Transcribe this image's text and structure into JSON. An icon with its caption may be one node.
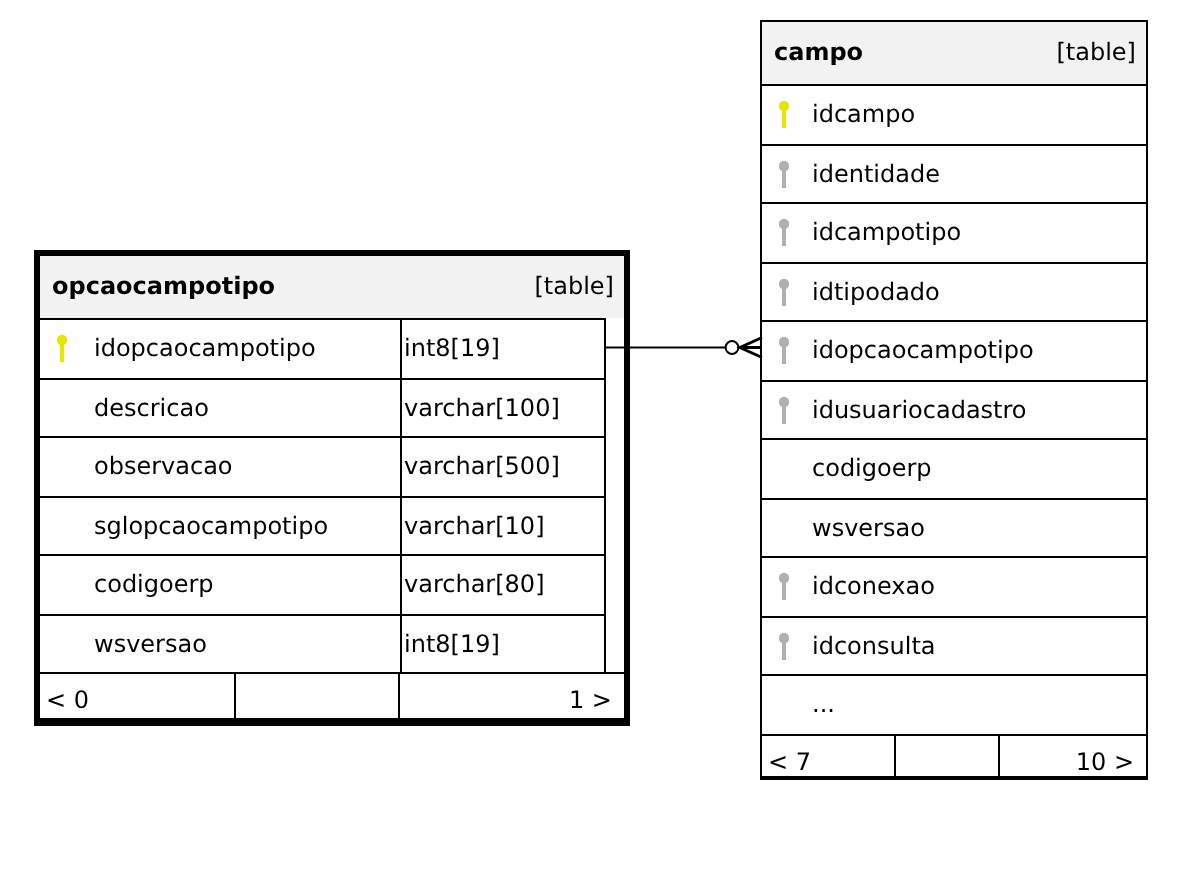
{
  "diagram": {
    "nodes": [
      {
        "text": [
          "opcaocampotipo",
          "[table]"
        ]
      },
      {
        "text": [
          "idopcaocampotipo",
          "int8[19]"
        ],
        "in": 0
      },
      {
        "text": [
          "descricao",
          "varchar[100]"
        ],
        "in": 0
      },
      {
        "text": [
          "observacao",
          "varchar[500]"
        ],
        "in": 0
      },
      {
        "text": [
          "sglopcaocampotipo",
          "varchar[10]"
        ],
        "in": 0
      },
      {
        "text": [
          "codigoerp",
          "varchar[80]"
        ],
        "in": 0
      },
      {
        "text": [
          "wsversao",
          "int8[19]"
        ],
        "in": 0
      },
      {
        "text": [
          "< 0",
          "1 >"
        ],
        "in": 0
      },
      {
        "text": [
          "campo",
          "[table]"
        ]
      },
      {
        "text": [
          "idcampo"
        ],
        "in": 8
      },
      {
        "text": [
          "identidade"
        ],
        "in": 8
      },
      {
        "text": [
          "idcampotipo"
        ],
        "in": 8
      },
      {
        "text": [
          "idtipodado"
        ],
        "in": 8
      },
      {
        "text": [
          "idopcaocampotipo"
        ],
        "in": 8
      },
      {
        "text": [
          "idusuariocadastro"
        ],
        "in": 8
      },
      {
        "text": [
          "codigoerp"
        ],
        "in": 8
      },
      {
        "text": [
          "wsversao"
        ],
        "in": 8
      },
      {
        "text": [
          "idconexao"
        ],
        "in": 8
      },
      {
        "text": [
          "idconsulta"
        ],
        "in": 8
      },
      {
        "text": [
          "..."
        ],
        "in": 8
      },
      {
        "text": [
          "< 7",
          "10 >"
        ],
        "in": 8
      }
    ],
    "edges": [
      {
        "from": 1,
        "to": 13,
        "arrow": "other"
      }
    ]
  }
}
